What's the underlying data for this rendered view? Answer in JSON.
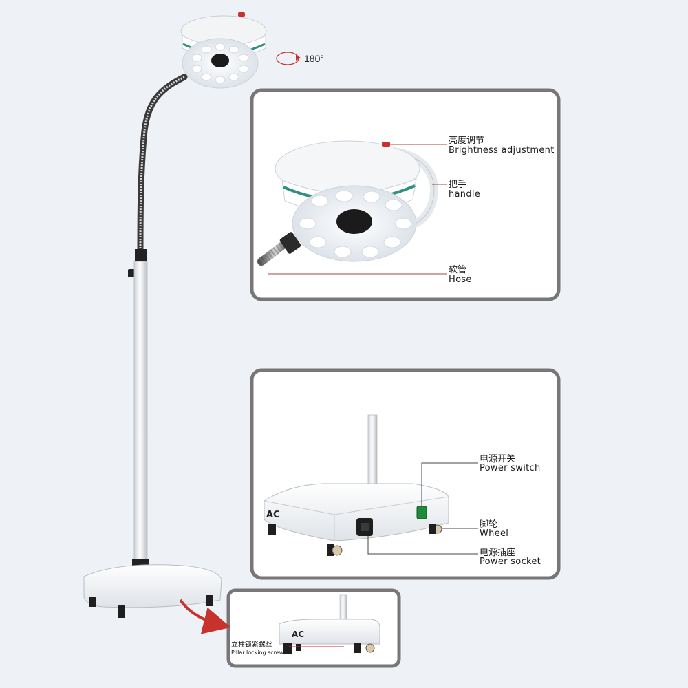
{
  "rotation": {
    "label": "180°"
  },
  "head_detail": {
    "callouts": [
      {
        "zh": "亮度调节",
        "en": "Brightness adjustment"
      },
      {
        "zh": "把手",
        "en": "handle"
      },
      {
        "zh": "软管",
        "en": "Hose"
      }
    ]
  },
  "base_detail": {
    "ac_label": "AC",
    "callouts": [
      {
        "zh": "电源开关",
        "en": "Power switch"
      },
      {
        "zh": "脚轮",
        "en": "Wheel"
      },
      {
        "zh": "电源插座",
        "en": "Power socket"
      }
    ]
  },
  "screw_detail": {
    "ac_label": "AC",
    "zh": "立柱锁紧螺丝",
    "en": "Pillar locking screw"
  },
  "colors": {
    "frame": "#77777a",
    "teal_ring": "#2f8f80",
    "accent_red": "#c8322c",
    "lamp_white": "#f4f6f8"
  }
}
